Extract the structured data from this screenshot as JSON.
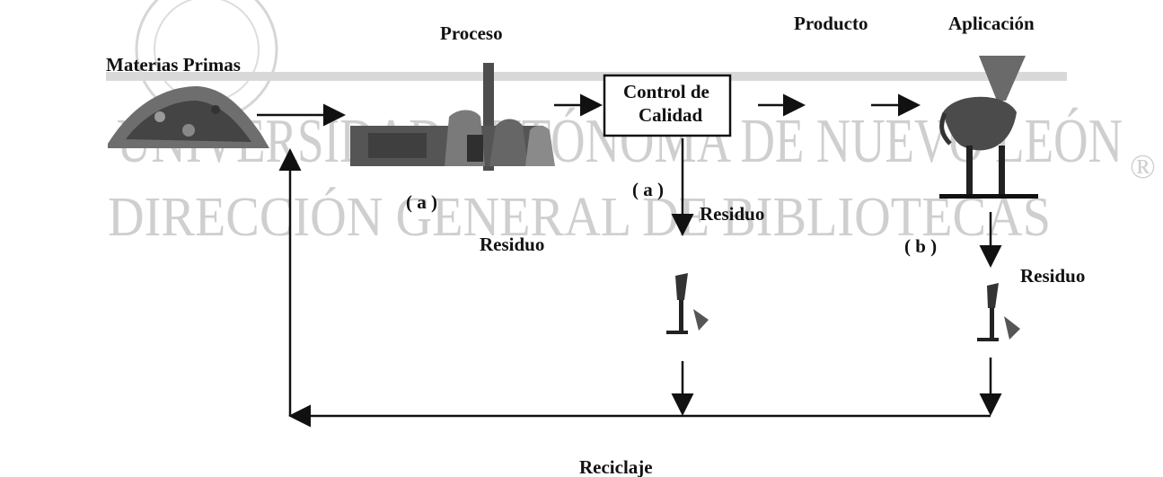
{
  "watermark": {
    "line1": "UNIVERSIDAD AUTÓNOMA DE NUEVO LEÓN",
    "line2": "DIRECCIÓN GENERAL DE BIBLIOTECAS",
    "registered_mark": "®"
  },
  "labels": {
    "materias_primas": "Materias Primas",
    "proceso": "Proceso",
    "control_line1": "Control de",
    "control_line2": "Calidad",
    "producto": "Producto",
    "aplicacion": "Aplicación",
    "note_a_process": "( a )",
    "residuo_process": "Residuo",
    "note_a_control": "( a )",
    "residuo_control": "Residuo",
    "note_b": "( b )",
    "residuo_application": "Residuo",
    "reciclaje": "Reciclaje"
  },
  "icons": {
    "raw_materials": "raw-material-pile-icon",
    "factory": "factory-plant-icon",
    "application": "ladle-crucible-icon",
    "waste": "waste-disposal-icon"
  },
  "colors": {
    "line": "#111111",
    "watermark": "#cfcfcf",
    "background": "#ffffff"
  }
}
